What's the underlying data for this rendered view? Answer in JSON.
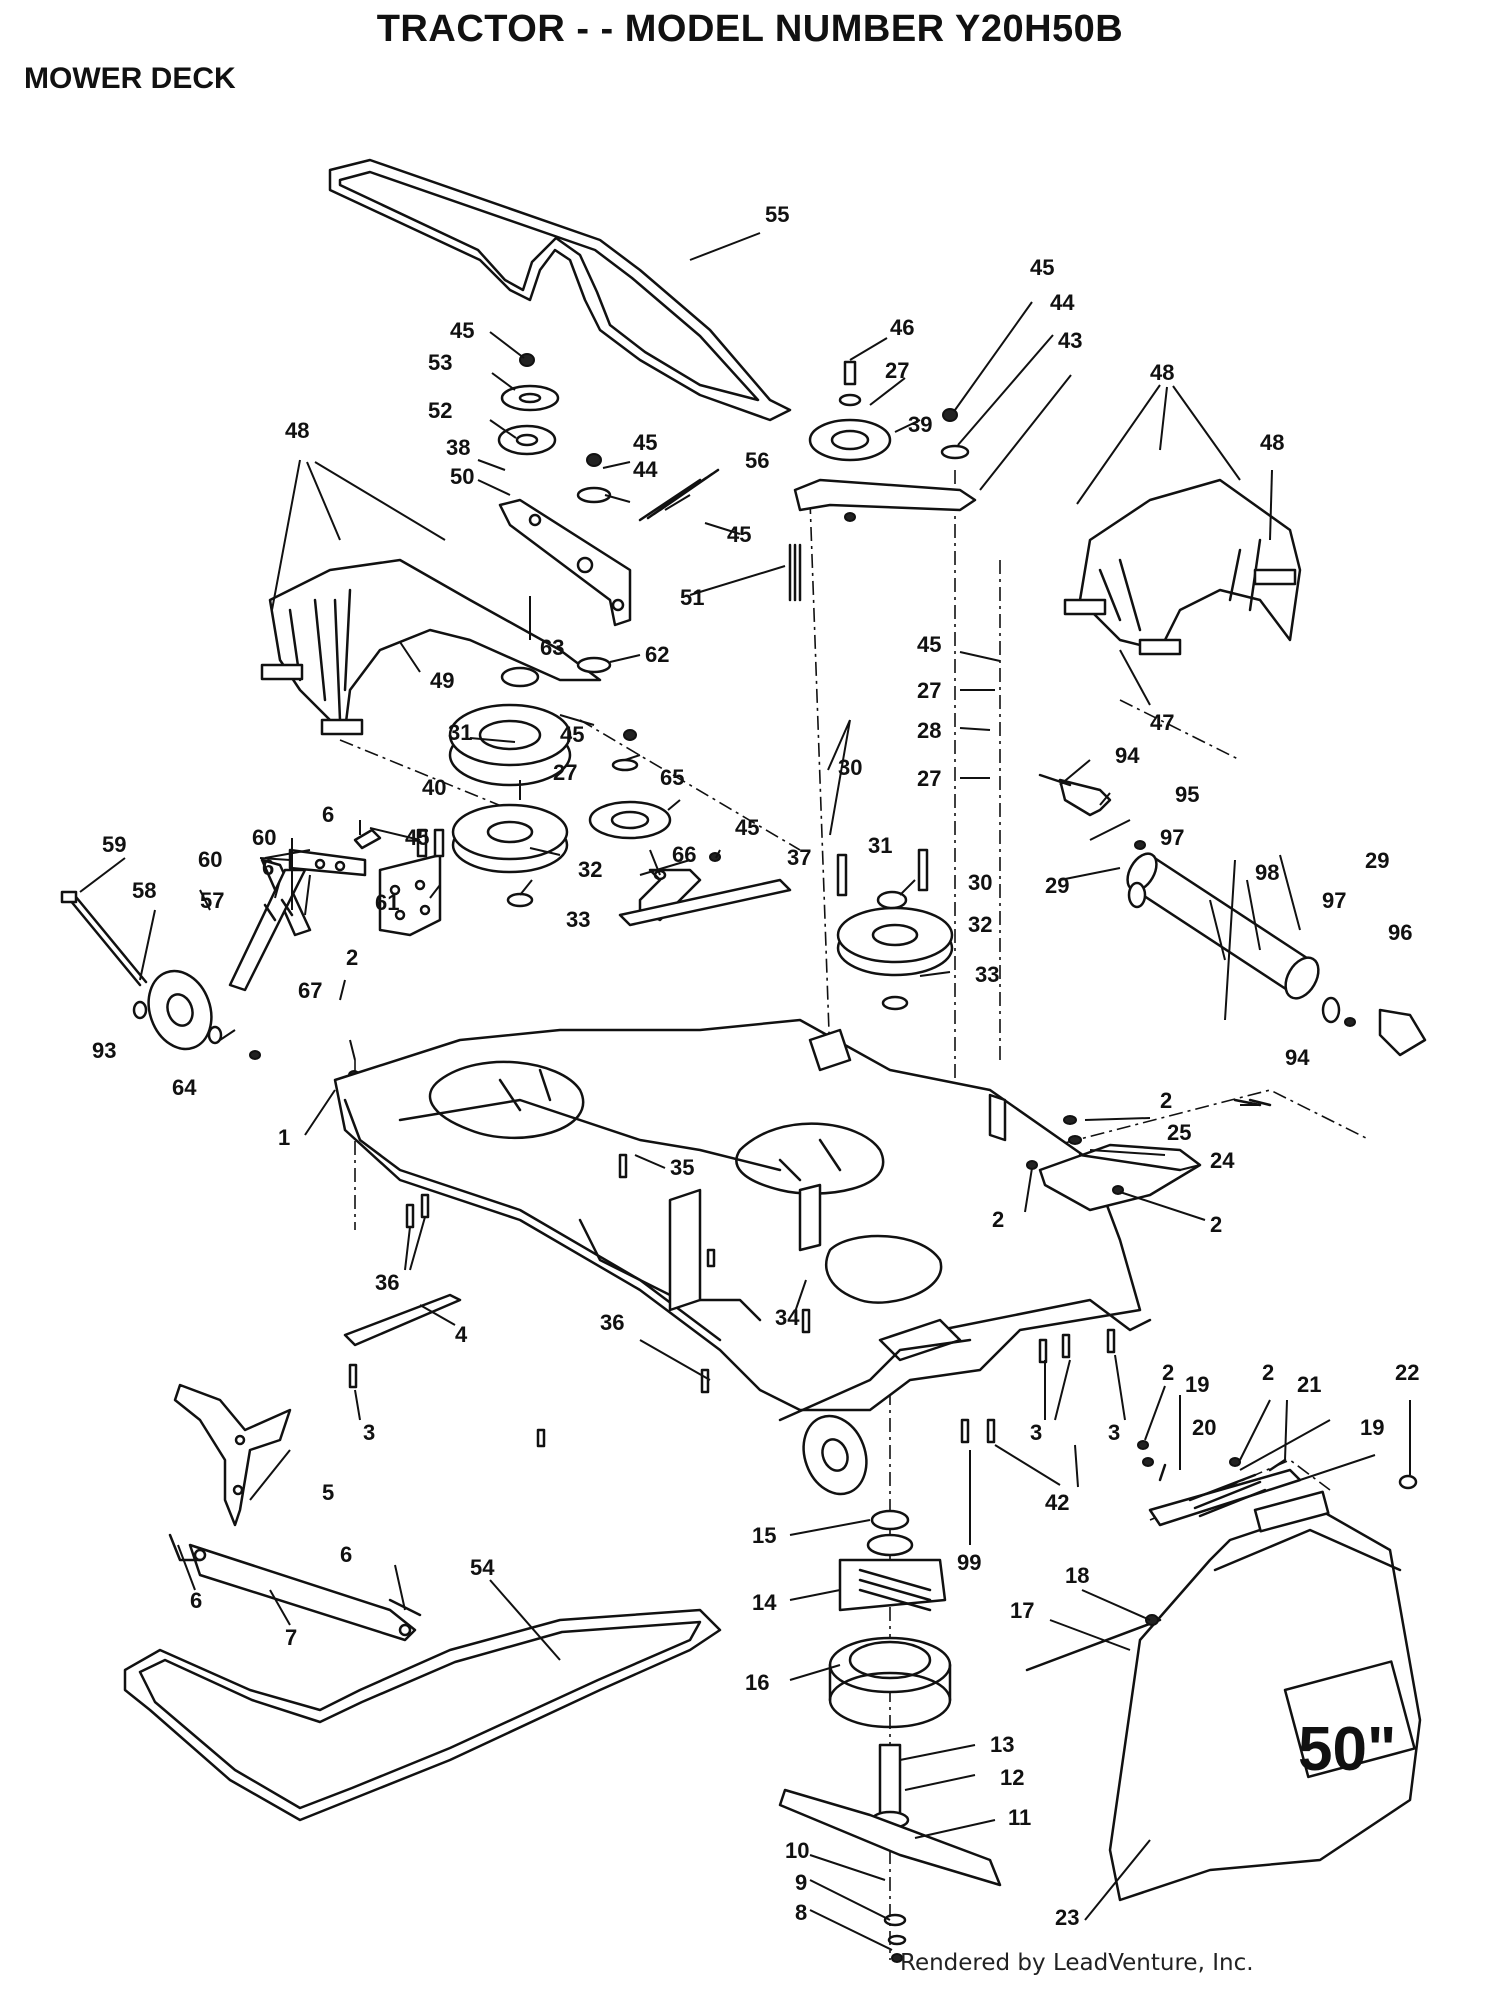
{
  "header": {
    "title": "TRACTOR - - MODEL NUMBER Y20H50B",
    "section": "MOWER DECK"
  },
  "footer": {
    "credit": "Rendered by LeadVenture, Inc."
  },
  "diagram": {
    "chute_badge": "50\"",
    "callouts": [
      {
        "id": "c55",
        "label": "55"
      },
      {
        "id": "c45a",
        "label": "45"
      },
      {
        "id": "c46",
        "label": "46"
      },
      {
        "id": "c44a",
        "label": "44"
      },
      {
        "id": "c27a",
        "label": "27"
      },
      {
        "id": "c43",
        "label": "43"
      },
      {
        "id": "c39",
        "label": "39"
      },
      {
        "id": "c48a",
        "label": "48"
      },
      {
        "id": "c48b",
        "label": "48"
      },
      {
        "id": "c48c",
        "label": "48"
      },
      {
        "id": "c45b",
        "label": "45"
      },
      {
        "id": "c53",
        "label": "53"
      },
      {
        "id": "c52",
        "label": "52"
      },
      {
        "id": "c38",
        "label": "38"
      },
      {
        "id": "c50",
        "label": "50"
      },
      {
        "id": "c45c",
        "label": "45"
      },
      {
        "id": "c44b",
        "label": "44"
      },
      {
        "id": "c56",
        "label": "56"
      },
      {
        "id": "c45d",
        "label": "45"
      },
      {
        "id": "c51",
        "label": "51"
      },
      {
        "id": "c63",
        "label": "63"
      },
      {
        "id": "c62",
        "label": "62"
      },
      {
        "id": "c49",
        "label": "49"
      },
      {
        "id": "c47",
        "label": "47"
      },
      {
        "id": "c45e",
        "label": "45"
      },
      {
        "id": "c27b",
        "label": "27"
      },
      {
        "id": "c28",
        "label": "28"
      },
      {
        "id": "c27c",
        "label": "27"
      },
      {
        "id": "c94a",
        "label": "94"
      },
      {
        "id": "c95",
        "label": "95"
      },
      {
        "id": "c97a",
        "label": "97"
      },
      {
        "id": "c29a",
        "label": "29"
      },
      {
        "id": "c98",
        "label": "98"
      },
      {
        "id": "c29b",
        "label": "29"
      },
      {
        "id": "c97b",
        "label": "97"
      },
      {
        "id": "c96",
        "label": "96"
      },
      {
        "id": "c31a",
        "label": "31"
      },
      {
        "id": "c45f",
        "label": "45"
      },
      {
        "id": "c27d",
        "label": "27"
      },
      {
        "id": "c65",
        "label": "65"
      },
      {
        "id": "c40",
        "label": "40"
      },
      {
        "id": "c32a",
        "label": "32"
      },
      {
        "id": "c33a",
        "label": "33"
      },
      {
        "id": "c66",
        "label": "66"
      },
      {
        "id": "c45g",
        "label": "45"
      },
      {
        "id": "c37",
        "label": "37"
      },
      {
        "id": "c30a",
        "label": "30"
      },
      {
        "id": "c31b",
        "label": "31"
      },
      {
        "id": "c30b",
        "label": "30"
      },
      {
        "id": "c32b",
        "label": "32"
      },
      {
        "id": "c33b",
        "label": "33"
      },
      {
        "id": "c59",
        "label": "59"
      },
      {
        "id": "c60a",
        "label": "60"
      },
      {
        "id": "c6a",
        "label": "6"
      },
      {
        "id": "c60b",
        "label": "60"
      },
      {
        "id": "c6b",
        "label": "6"
      },
      {
        "id": "c45h",
        "label": "45"
      },
      {
        "id": "c58",
        "label": "58"
      },
      {
        "id": "c57",
        "label": "57"
      },
      {
        "id": "c61",
        "label": "61"
      },
      {
        "id": "c2a",
        "label": "2"
      },
      {
        "id": "c67",
        "label": "67"
      },
      {
        "id": "c93",
        "label": "93"
      },
      {
        "id": "c64",
        "label": "64"
      },
      {
        "id": "c1",
        "label": "1"
      },
      {
        "id": "c35",
        "label": "35"
      },
      {
        "id": "c94b",
        "label": "94"
      },
      {
        "id": "c2b",
        "label": "2"
      },
      {
        "id": "c25",
        "label": "25"
      },
      {
        "id": "c24",
        "label": "24"
      },
      {
        "id": "c2c",
        "label": "2"
      },
      {
        "id": "c2d",
        "label": "2"
      },
      {
        "id": "c36a",
        "label": "36"
      },
      {
        "id": "c4",
        "label": "4"
      },
      {
        "id": "c34",
        "label": "34"
      },
      {
        "id": "c36b",
        "label": "36"
      },
      {
        "id": "c3a",
        "label": "3"
      },
      {
        "id": "c3b",
        "label": "3"
      },
      {
        "id": "c3c",
        "label": "3"
      },
      {
        "id": "c2e",
        "label": "2"
      },
      {
        "id": "c19a",
        "label": "19"
      },
      {
        "id": "c2f",
        "label": "2"
      },
      {
        "id": "c21",
        "label": "21"
      },
      {
        "id": "c22",
        "label": "22"
      },
      {
        "id": "c20",
        "label": "20"
      },
      {
        "id": "c19b",
        "label": "19"
      },
      {
        "id": "c42",
        "label": "42"
      },
      {
        "id": "c5",
        "label": "5"
      },
      {
        "id": "c99",
        "label": "99"
      },
      {
        "id": "c15",
        "label": "15"
      },
      {
        "id": "c18",
        "label": "18"
      },
      {
        "id": "c6c",
        "label": "6"
      },
      {
        "id": "c6d",
        "label": "6"
      },
      {
        "id": "c14",
        "label": "14"
      },
      {
        "id": "c17",
        "label": "17"
      },
      {
        "id": "c7",
        "label": "7"
      },
      {
        "id": "c54",
        "label": "54"
      },
      {
        "id": "c16",
        "label": "16"
      },
      {
        "id": "c13",
        "label": "13"
      },
      {
        "id": "c12",
        "label": "12"
      },
      {
        "id": "c11",
        "label": "11"
      },
      {
        "id": "c10",
        "label": "10"
      },
      {
        "id": "c9",
        "label": "9"
      },
      {
        "id": "c8",
        "label": "8"
      },
      {
        "id": "c23",
        "label": "23"
      }
    ]
  }
}
